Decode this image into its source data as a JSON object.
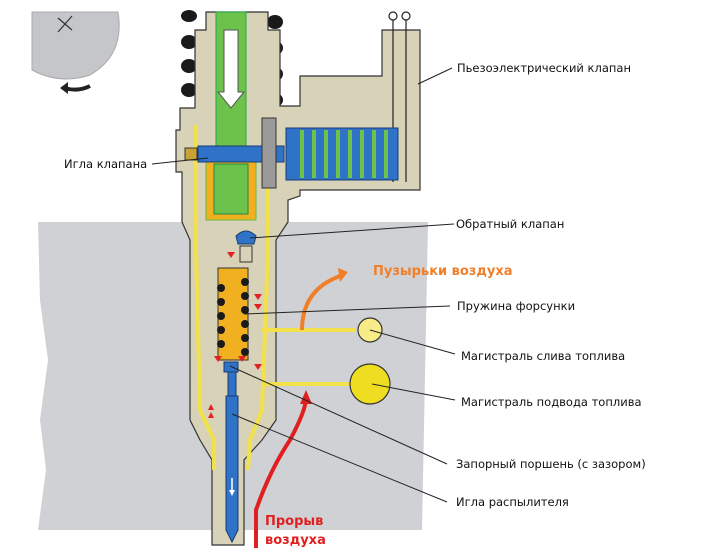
{
  "diagram": {
    "title": "Piezo injector cross-section: air ingress",
    "labels": {
      "piezo_valve": "Пьезоэлектрический клапан",
      "valve_needle": "Игла клапана",
      "check_valve": "Обратный клапан",
      "air_bubbles": "Пузырьки воздуха",
      "injector_spring": "Пружина форсунки",
      "fuel_return_line": "Магистраль слива топлива",
      "fuel_supply_line": "Магистраль подвода топлива",
      "sealing_piston": "Запорный поршень (с зазором)",
      "nozzle_needle": "Игла распылителя",
      "air_breakthrough_line1": "Прорыв",
      "air_breakthrough_line2": "воздуха"
    },
    "colors": {
      "body": "#d8d2b8",
      "cylinder_head": "#cfd1d4",
      "fuel_yellow": "#f2e14a",
      "orange_part": "#f0b020",
      "green_part": "#6cc24a",
      "blue_part": "#2f73c9",
      "air_bubbles_arrow": "#f07f2a",
      "air_breakthrough_arrow": "#e02020"
    }
  }
}
